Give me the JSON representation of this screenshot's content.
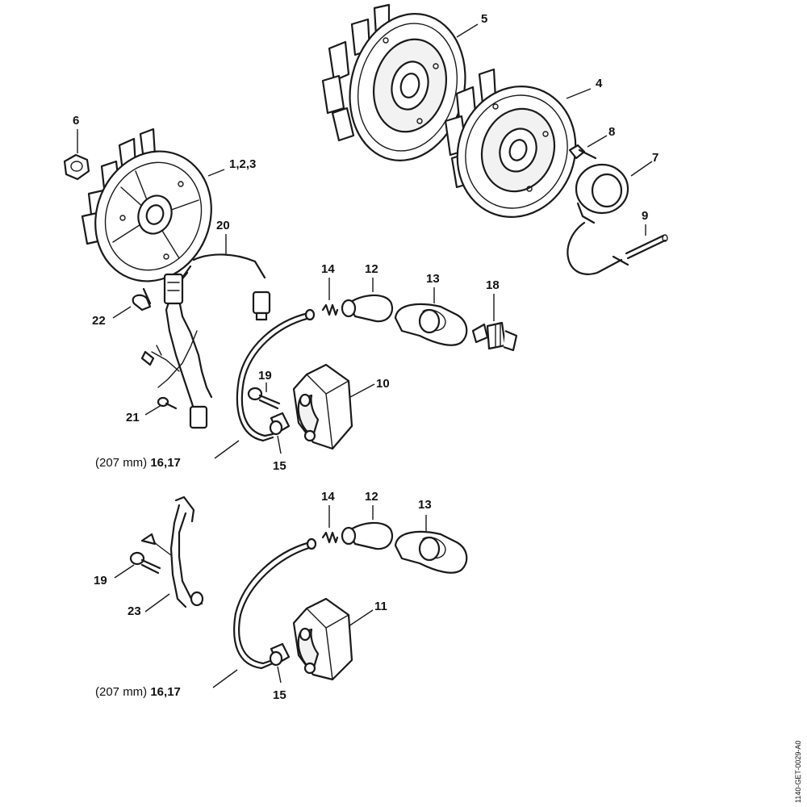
{
  "callouts": {
    "c5": "5",
    "c4": "4",
    "c6": "6",
    "c123": "1,2,3",
    "c8": "8",
    "c7": "7",
    "c9": "9",
    "c20": "20",
    "c14a": "14",
    "c12a": "12",
    "c13a": "13",
    "c18": "18",
    "c22": "22",
    "c19a": "19",
    "c10": "10",
    "c21": "21",
    "c1617a_note": "(207 mm) ",
    "c1617a": "16,17",
    "c15a": "15",
    "c14b": "14",
    "c12b": "12",
    "c13b": "13",
    "c19b": "19",
    "c23": "23",
    "c11": "11",
    "c1617b_note": "(207 mm) ",
    "c1617b": "16,17",
    "c15b": "15"
  },
  "drawing_code": "1140-GET-0029-A0"
}
